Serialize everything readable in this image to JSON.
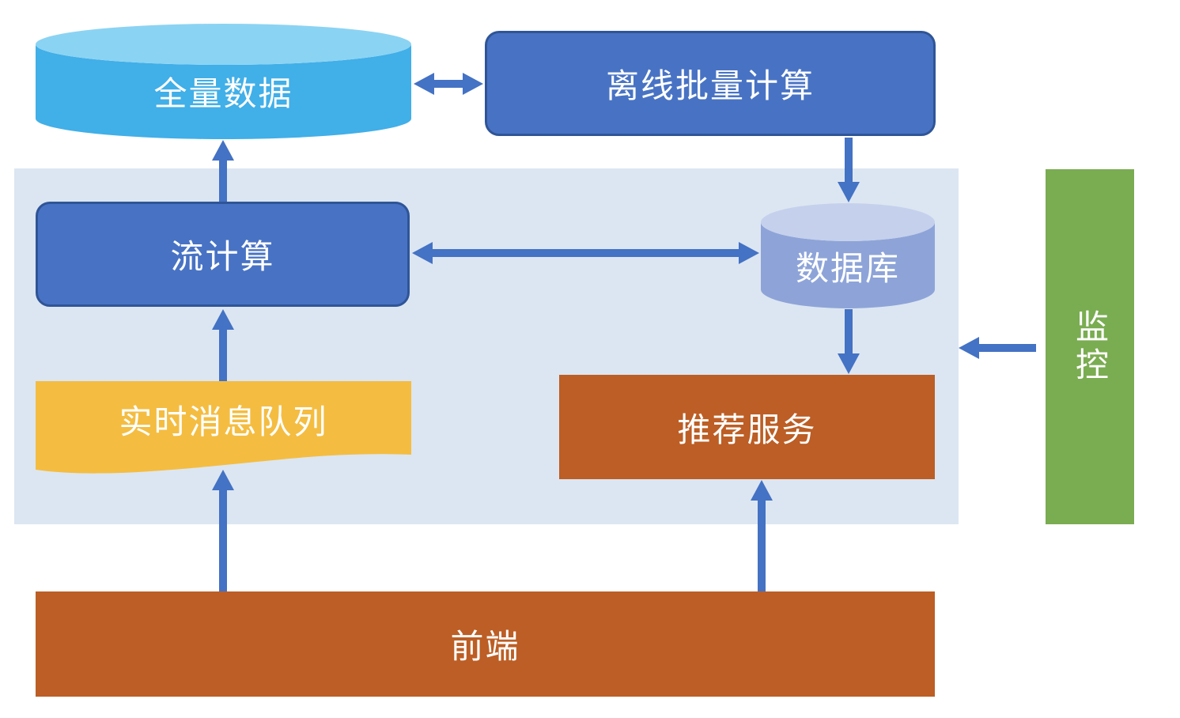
{
  "diagram": {
    "nodes": {
      "full_data": {
        "label": "全量数据",
        "shape": "cylinder",
        "color": "#41AFE8"
      },
      "offline_batch": {
        "label": "离线批量计算",
        "shape": "rounded-rect",
        "color": "#4873C4"
      },
      "stream_compute": {
        "label": "流计算",
        "shape": "rounded-rect",
        "color": "#4873C4"
      },
      "database": {
        "label": "数据库",
        "shape": "cylinder",
        "color": "#8EA4D8"
      },
      "realtime_queue": {
        "label": "实时消息队列",
        "shape": "wave",
        "color": "#F4BD41"
      },
      "recommend_service": {
        "label": "推荐服务",
        "shape": "rect",
        "color": "#BC5E25"
      },
      "frontend": {
        "label": "前端",
        "shape": "rect",
        "color": "#BC5E25"
      },
      "monitor": {
        "label": "监控",
        "shape": "rect",
        "color": "#7AAC51"
      }
    },
    "edges": [
      {
        "from": "full_data",
        "to": "offline_batch",
        "direction": "both"
      },
      {
        "from": "offline_batch",
        "to": "database",
        "direction": "one"
      },
      {
        "from": "stream_compute",
        "to": "full_data",
        "direction": "one"
      },
      {
        "from": "stream_compute",
        "to": "database",
        "direction": "both"
      },
      {
        "from": "database",
        "to": "recommend_service",
        "direction": "one"
      },
      {
        "from": "realtime_queue",
        "to": "stream_compute",
        "direction": "one"
      },
      {
        "from": "frontend",
        "to": "realtime_queue",
        "direction": "one"
      },
      {
        "from": "frontend",
        "to": "recommend_service",
        "direction": "one"
      },
      {
        "from": "monitor",
        "to": "realtime_panel",
        "direction": "one"
      }
    ],
    "colors": {
      "cyan_body": "#41AFE8",
      "cyan_top": "#8BD3F3",
      "blue_box": "#4873C4",
      "blue_box_border": "#2F5597",
      "db_body": "#8EA4D8",
      "db_top": "#C5D0EC",
      "yellow": "#F4BD41",
      "orange": "#BC5E25",
      "green": "#7AAC51",
      "panel_background": "#DCE6F2",
      "arrow": "#4472C4",
      "label_text": "#FFFFFF"
    }
  }
}
